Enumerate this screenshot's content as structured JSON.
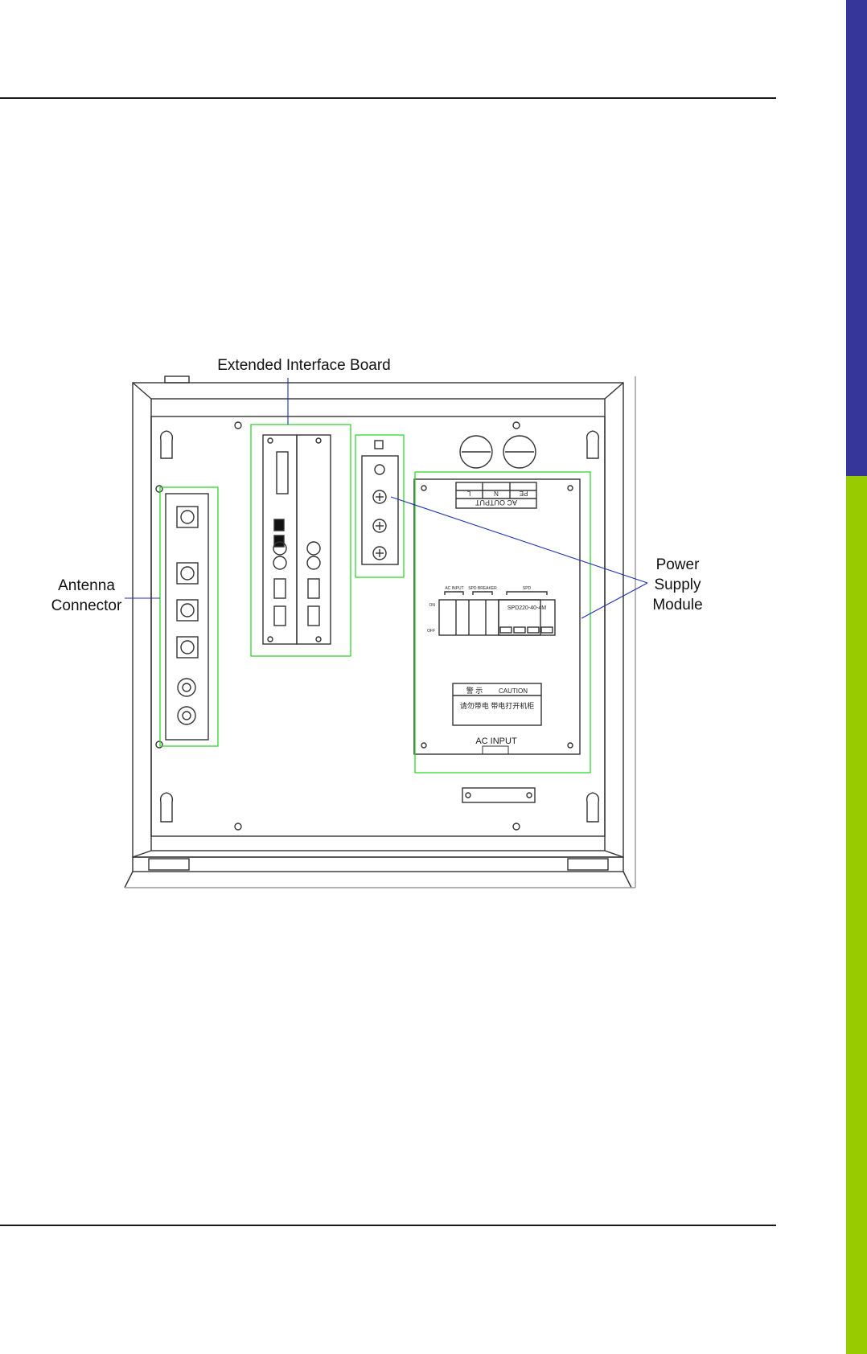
{
  "figure": {
    "callouts": {
      "extended_interface_board": "Extended Interface Board",
      "antenna_connector": [
        "Antenna",
        "Connector"
      ],
      "power_supply_module": [
        "Power",
        "Supply",
        "Module"
      ]
    },
    "panel_labels": {
      "ac_output": "AC OUTPUT",
      "pe": "PE",
      "n": "N",
      "l": "L",
      "ac_input_breaker": "AC INPUT",
      "spd_breaker": "SPD BREAKER",
      "spd": "SPD",
      "spd_model": "SPD220-40-4M",
      "on": "ON",
      "off": "OFF",
      "caution_cn": "警 示",
      "caution": "CAUTION",
      "warning_cn": "请勿带电 带电打开机柜",
      "ac_input": "AC INPUT"
    }
  },
  "colors": {
    "side_blue": "#35359a",
    "side_green": "#99cc00",
    "highlight": "#2ed92e",
    "leader": "#1e2fb4"
  }
}
